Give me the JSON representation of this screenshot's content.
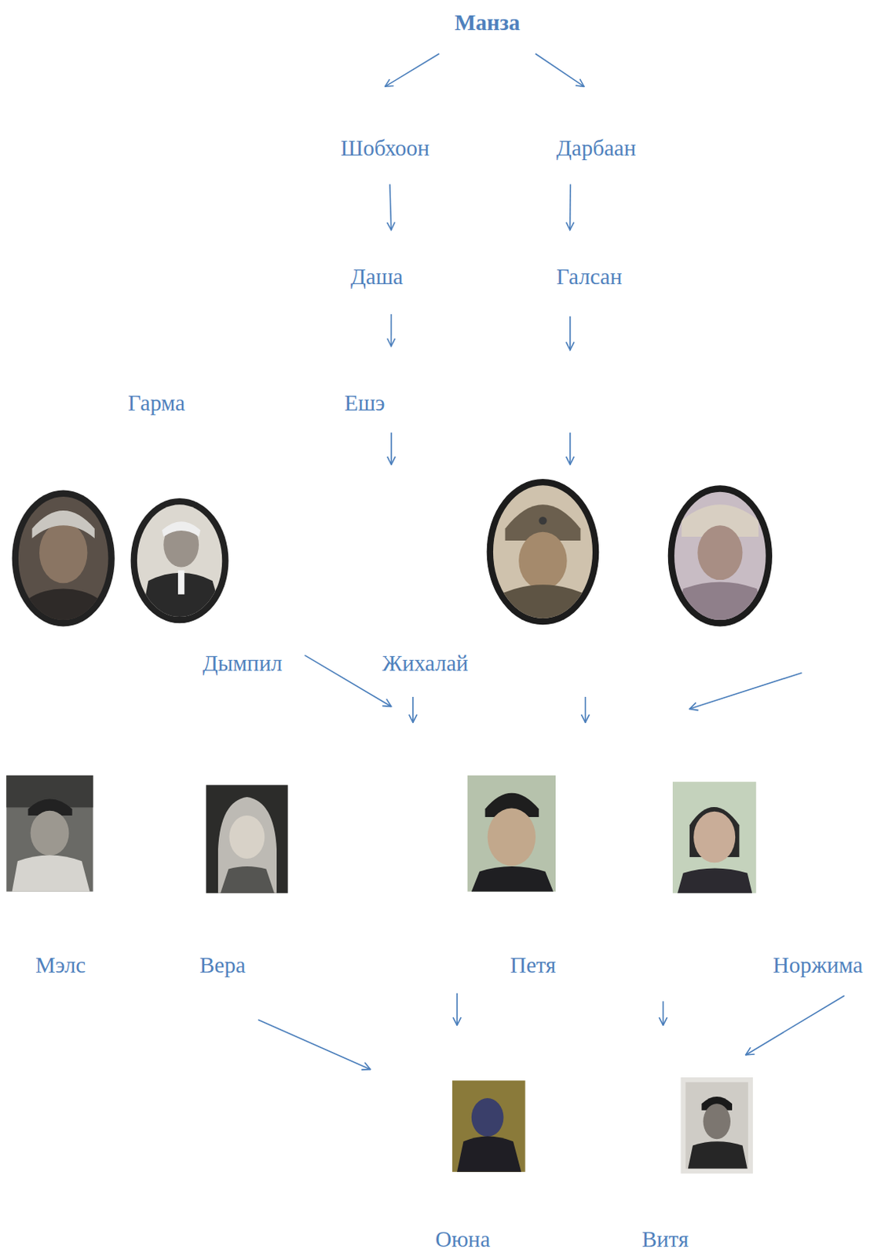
{
  "diagram": {
    "nodes": [
      {
        "text": [
          "Манза"
        ]
      },
      {
        "text": [
          "Шобхоон"
        ]
      },
      {
        "text": [
          "Дарбаан"
        ]
      },
      {
        "text": [
          "Даша"
        ]
      },
      {
        "text": [
          "Галсан"
        ]
      },
      {
        "text": [
          "Гарма"
        ]
      },
      {
        "text": [
          "Ешэ"
        ]
      },
      {
        "text": [
          "Дымпил"
        ]
      },
      {
        "text": [
          "Жихалай"
        ]
      },
      {
        "text": [
          "Мэлс"
        ]
      },
      {
        "text": [
          "Вера"
        ]
      },
      {
        "text": [
          "Петя"
        ]
      },
      {
        "text": [
          "Норжима"
        ]
      },
      {
        "text": [
          "Оюна"
        ]
      },
      {
        "text": [
          "Витя"
        ]
      }
    ],
    "edges": [
      {
        "from": 0,
        "to": 1,
        "arrow": "to"
      },
      {
        "from": 0,
        "to": 2,
        "arrow": "to"
      },
      {
        "from": 1,
        "to": 3,
        "arrow": "to"
      },
      {
        "from": 2,
        "to": 4,
        "arrow": "to"
      },
      {
        "from": 3,
        "to": 6,
        "arrow": "to"
      }
    ]
  }
}
